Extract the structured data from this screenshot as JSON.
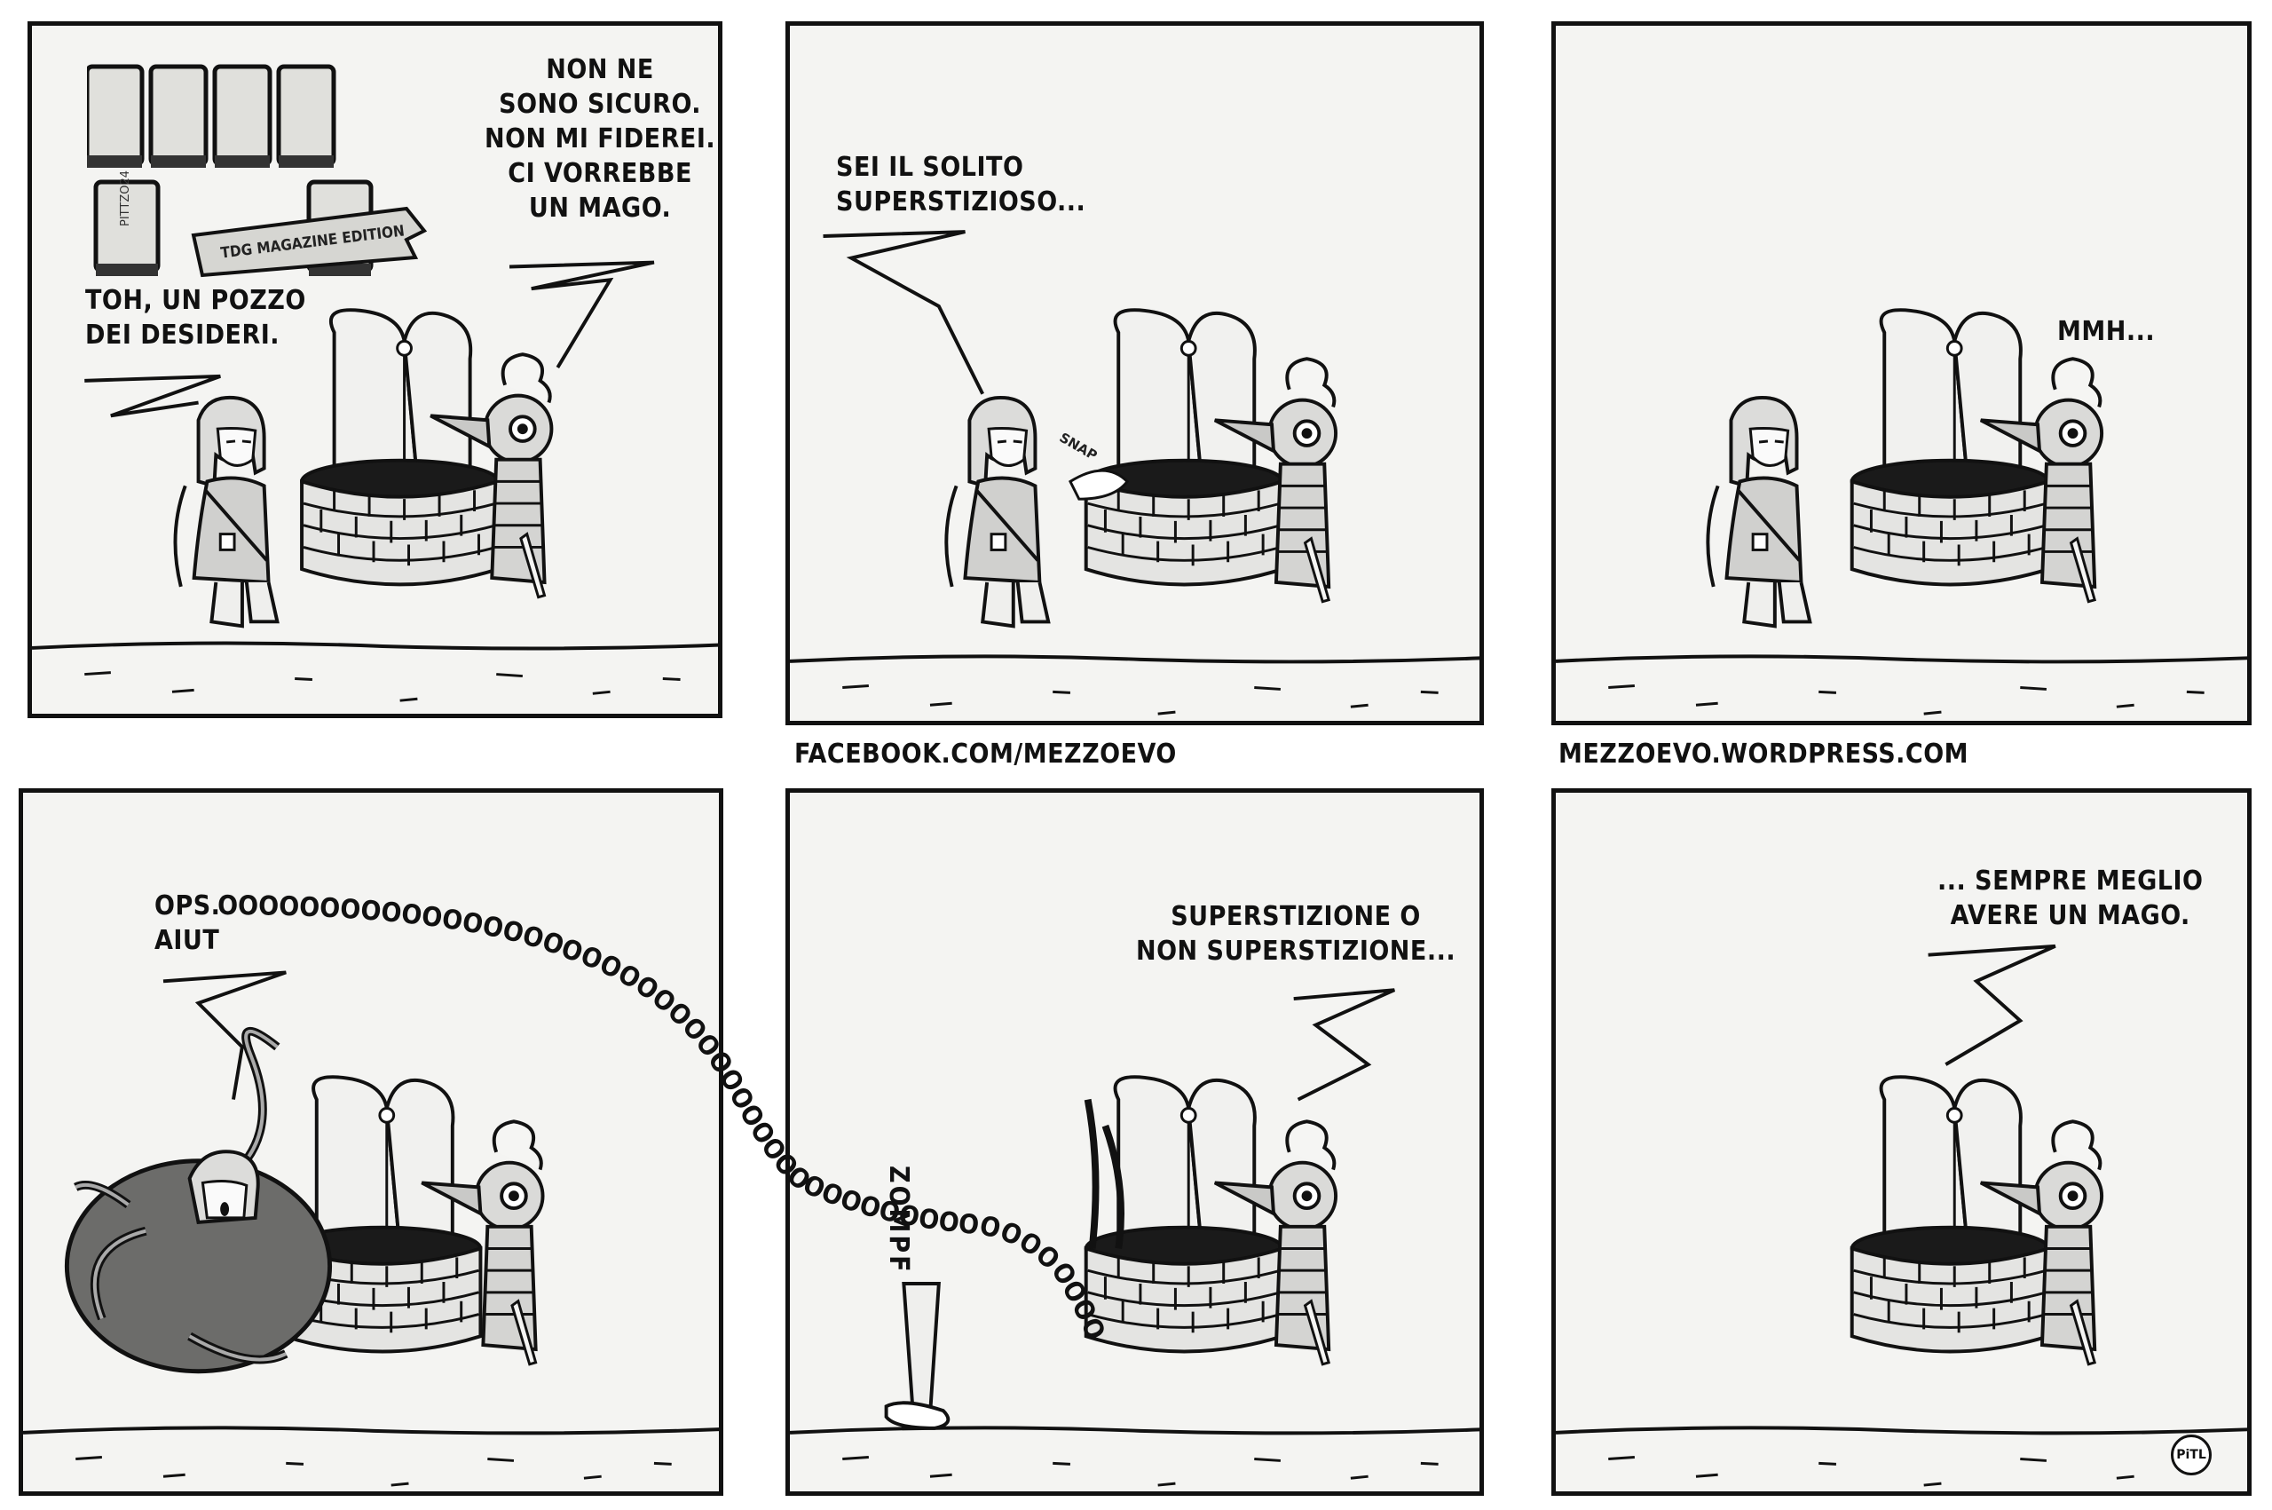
{
  "comic": {
    "logo": {
      "title": "MEZZO EVO",
      "subtitle": "TDG MAGAZINE EDITION",
      "author": "PITTZO24"
    },
    "panels": [
      {
        "bubbles": [
          {
            "text": "TOH, UN POZZO\nDEI DESIDERI."
          },
          {
            "text": "NON NE\nSONO SICURO.\nNON MI FIDEREI.\nCI VORREBBE\nUN MAGO."
          }
        ]
      },
      {
        "bubbles": [
          {
            "text": "SEI IL SOLITO\nSUPERSTIZIOSO..."
          }
        ],
        "sfx": "SNAP"
      },
      {
        "bubbles": [
          {
            "text": "MMH..."
          }
        ]
      },
      {
        "bubbles": [
          {
            "text": "OPS.\nAIUT"
          }
        ],
        "scream": "OOOOOOOOOOOOOOOOOOOOOOOOOOOOOOOOOOOOOOOOOOOOOOOOOOOOOOOOOOOOOOOOOOOOOOOOOOOOOOOOOOOOOOOOOOOOOOOO"
      },
      {
        "bubbles": [
          {
            "text": "SUPERSTIZIONE O\nNON SUPERSTIZIONE..."
          }
        ],
        "sfx": "ZOMPF"
      },
      {
        "bubbles": [
          {
            "text": "... SEMPRE MEGLIO\nAVERE UN MAGO."
          }
        ],
        "signature": "PiTL"
      }
    ],
    "footer": {
      "facebook": "FACEBOOK.COM/MEZZOEVO",
      "website": "MEZZOEVO.WORDPRESS.COM"
    }
  }
}
